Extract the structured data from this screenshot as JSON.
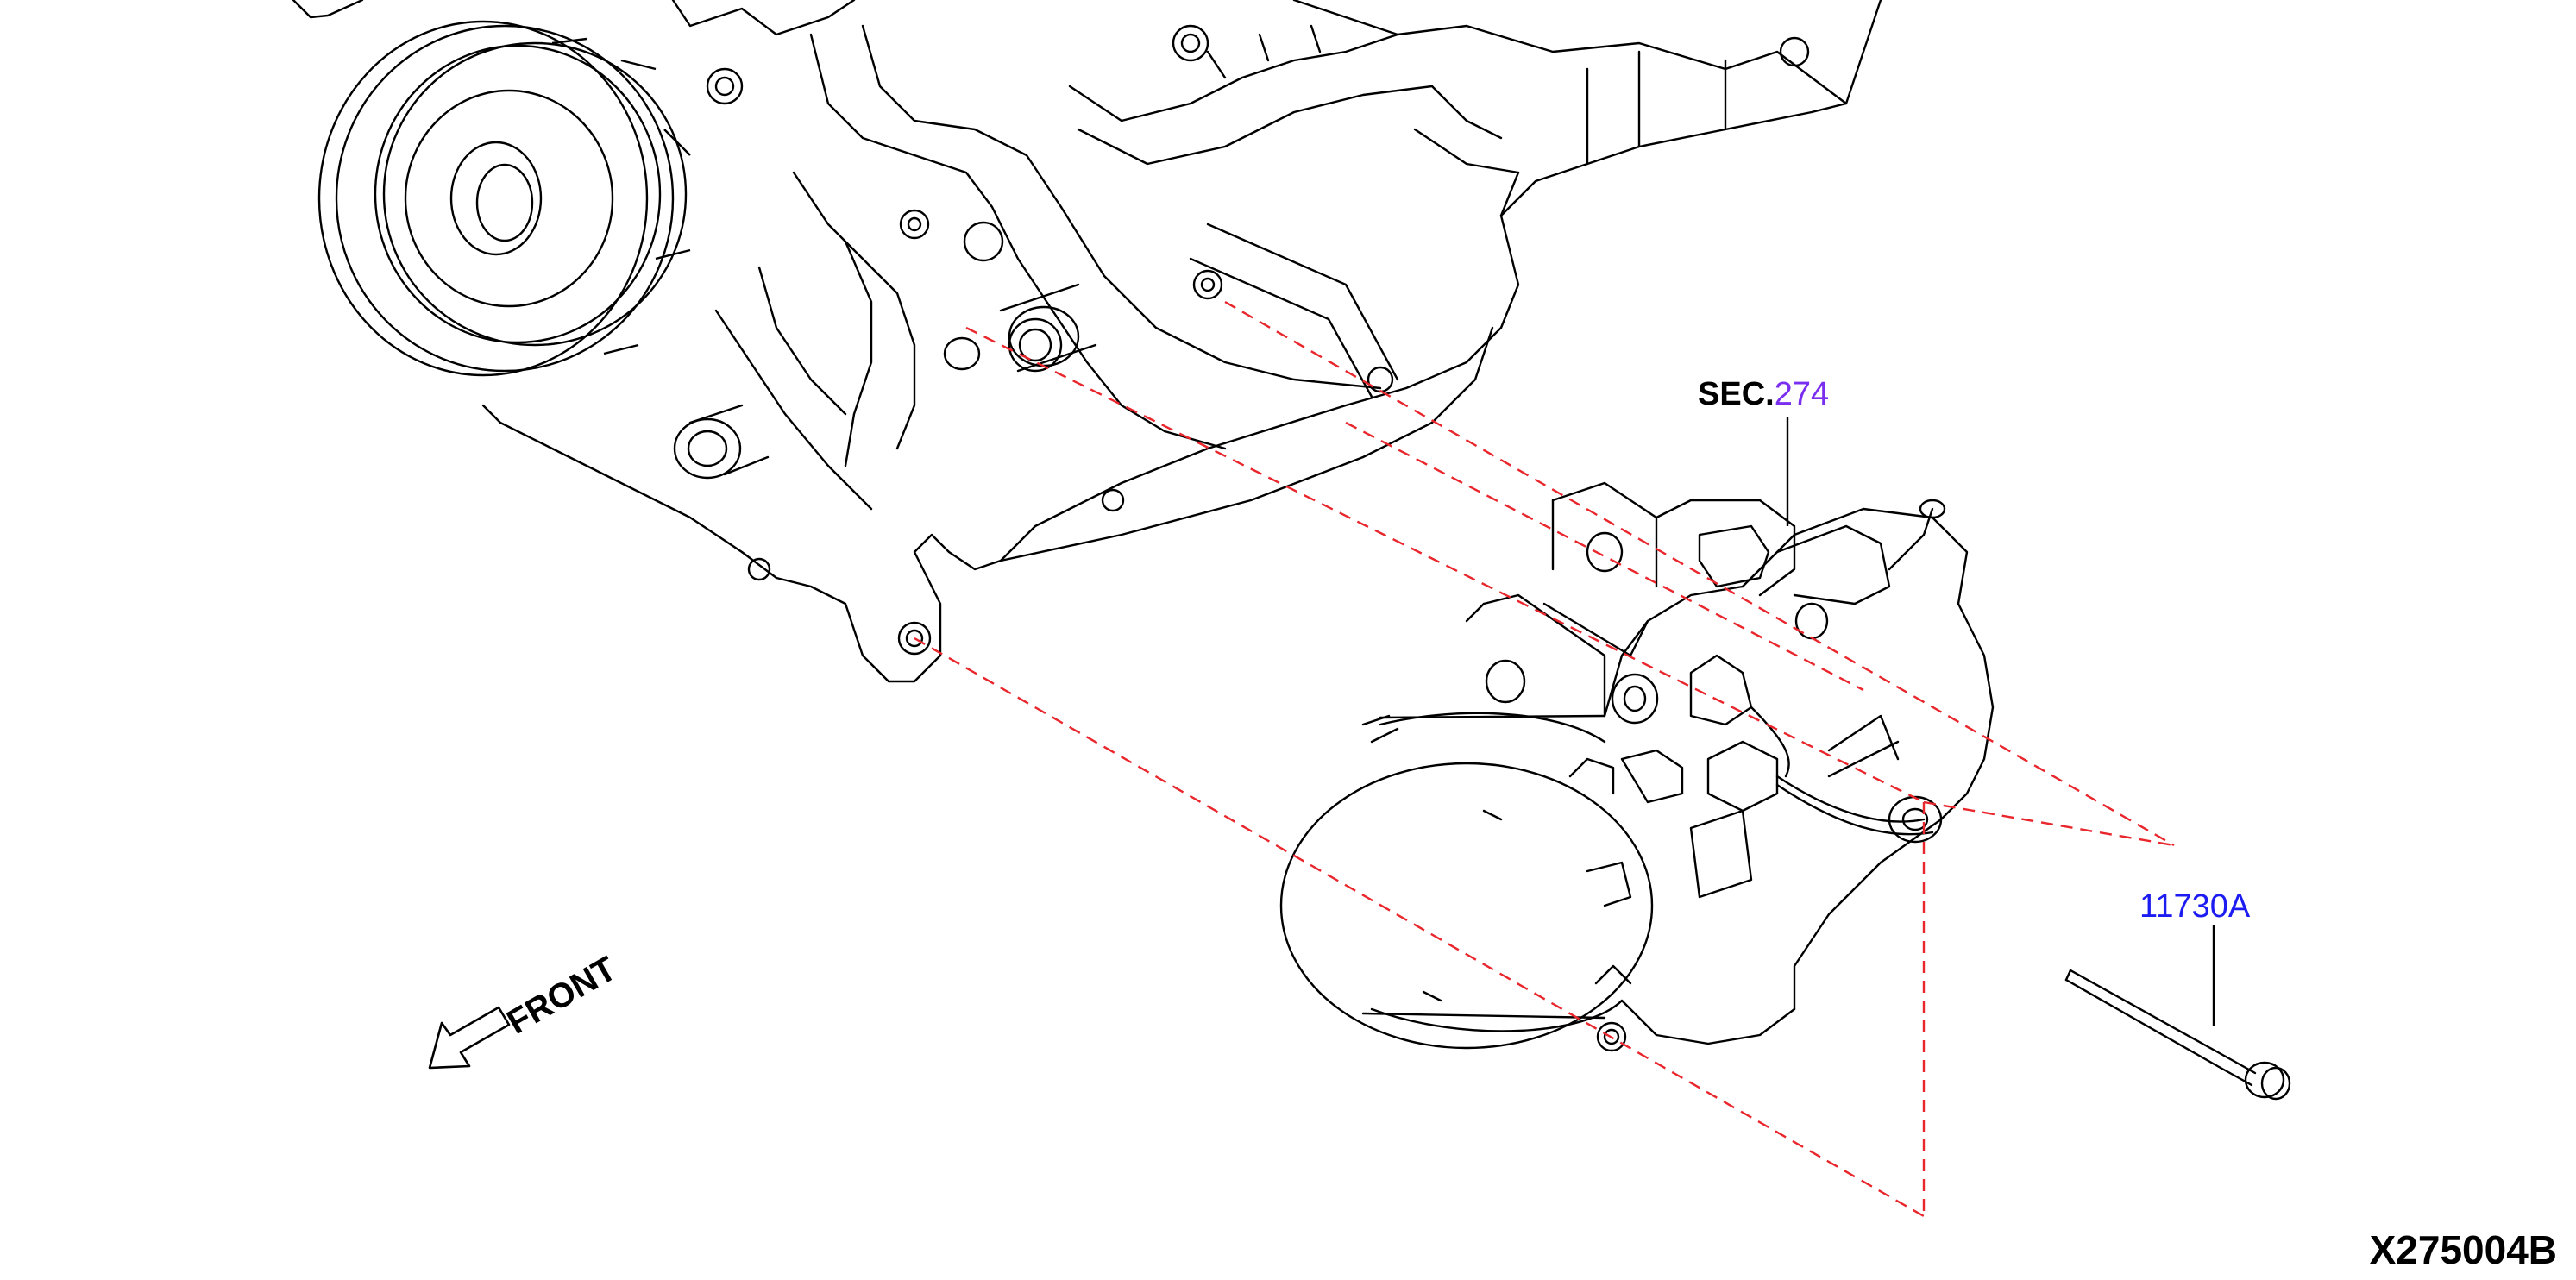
{
  "labels": {
    "section_prefix": "SEC.",
    "section_number": "274",
    "part_number": "11730A",
    "direction": "FRONT",
    "drawing_code": "X275004B"
  },
  "colors": {
    "line": "#000000",
    "dashed_guide": "#e8262c",
    "section_number": "#7a2ff0",
    "part_number": "#1c1cf2",
    "background": "#ffffff"
  },
  "icons": [
    "front-direction-arrow-icon"
  ]
}
